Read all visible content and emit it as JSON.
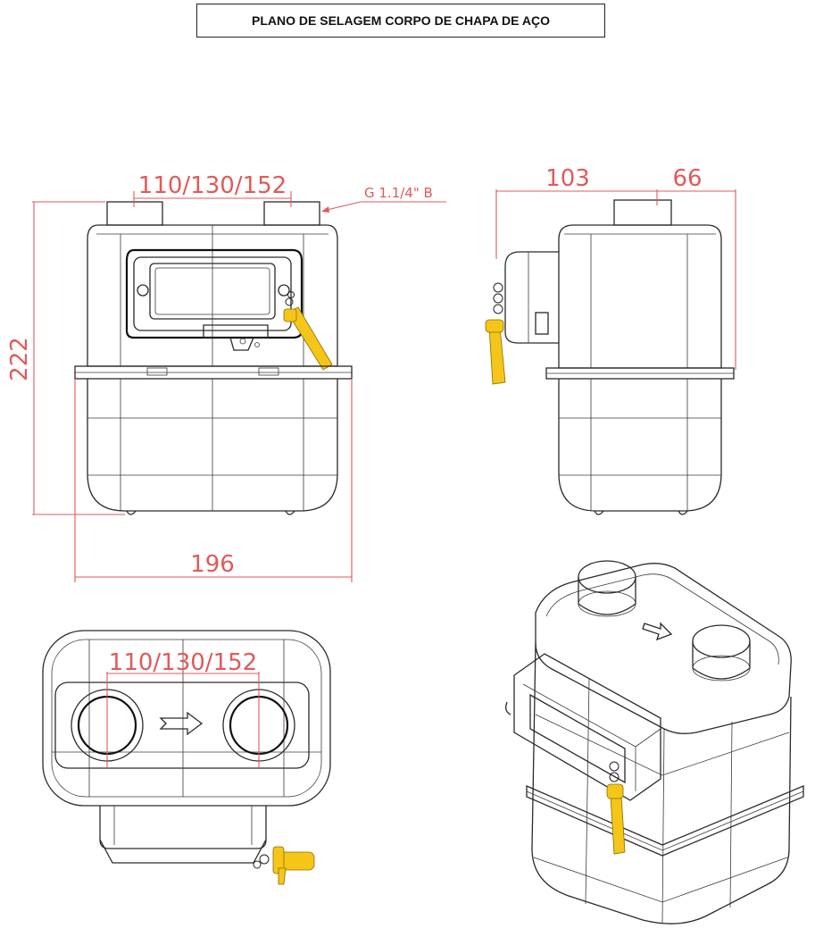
{
  "title": "PLANO DE SELAGEM CORPO DE CHAPA DE AÇO",
  "front_view": {
    "dim_top": "110/130/152",
    "dim_thread": "G 1.1/4\" B",
    "dim_height": "222",
    "dim_width": "196"
  },
  "side_view": {
    "dim_left": "103",
    "dim_right": "66"
  },
  "top_view": {
    "dim_top": "110/130/152"
  },
  "colors": {
    "dimension": "#e05a5a",
    "seal": "#f5c518",
    "outline": "#2a2a2a"
  }
}
